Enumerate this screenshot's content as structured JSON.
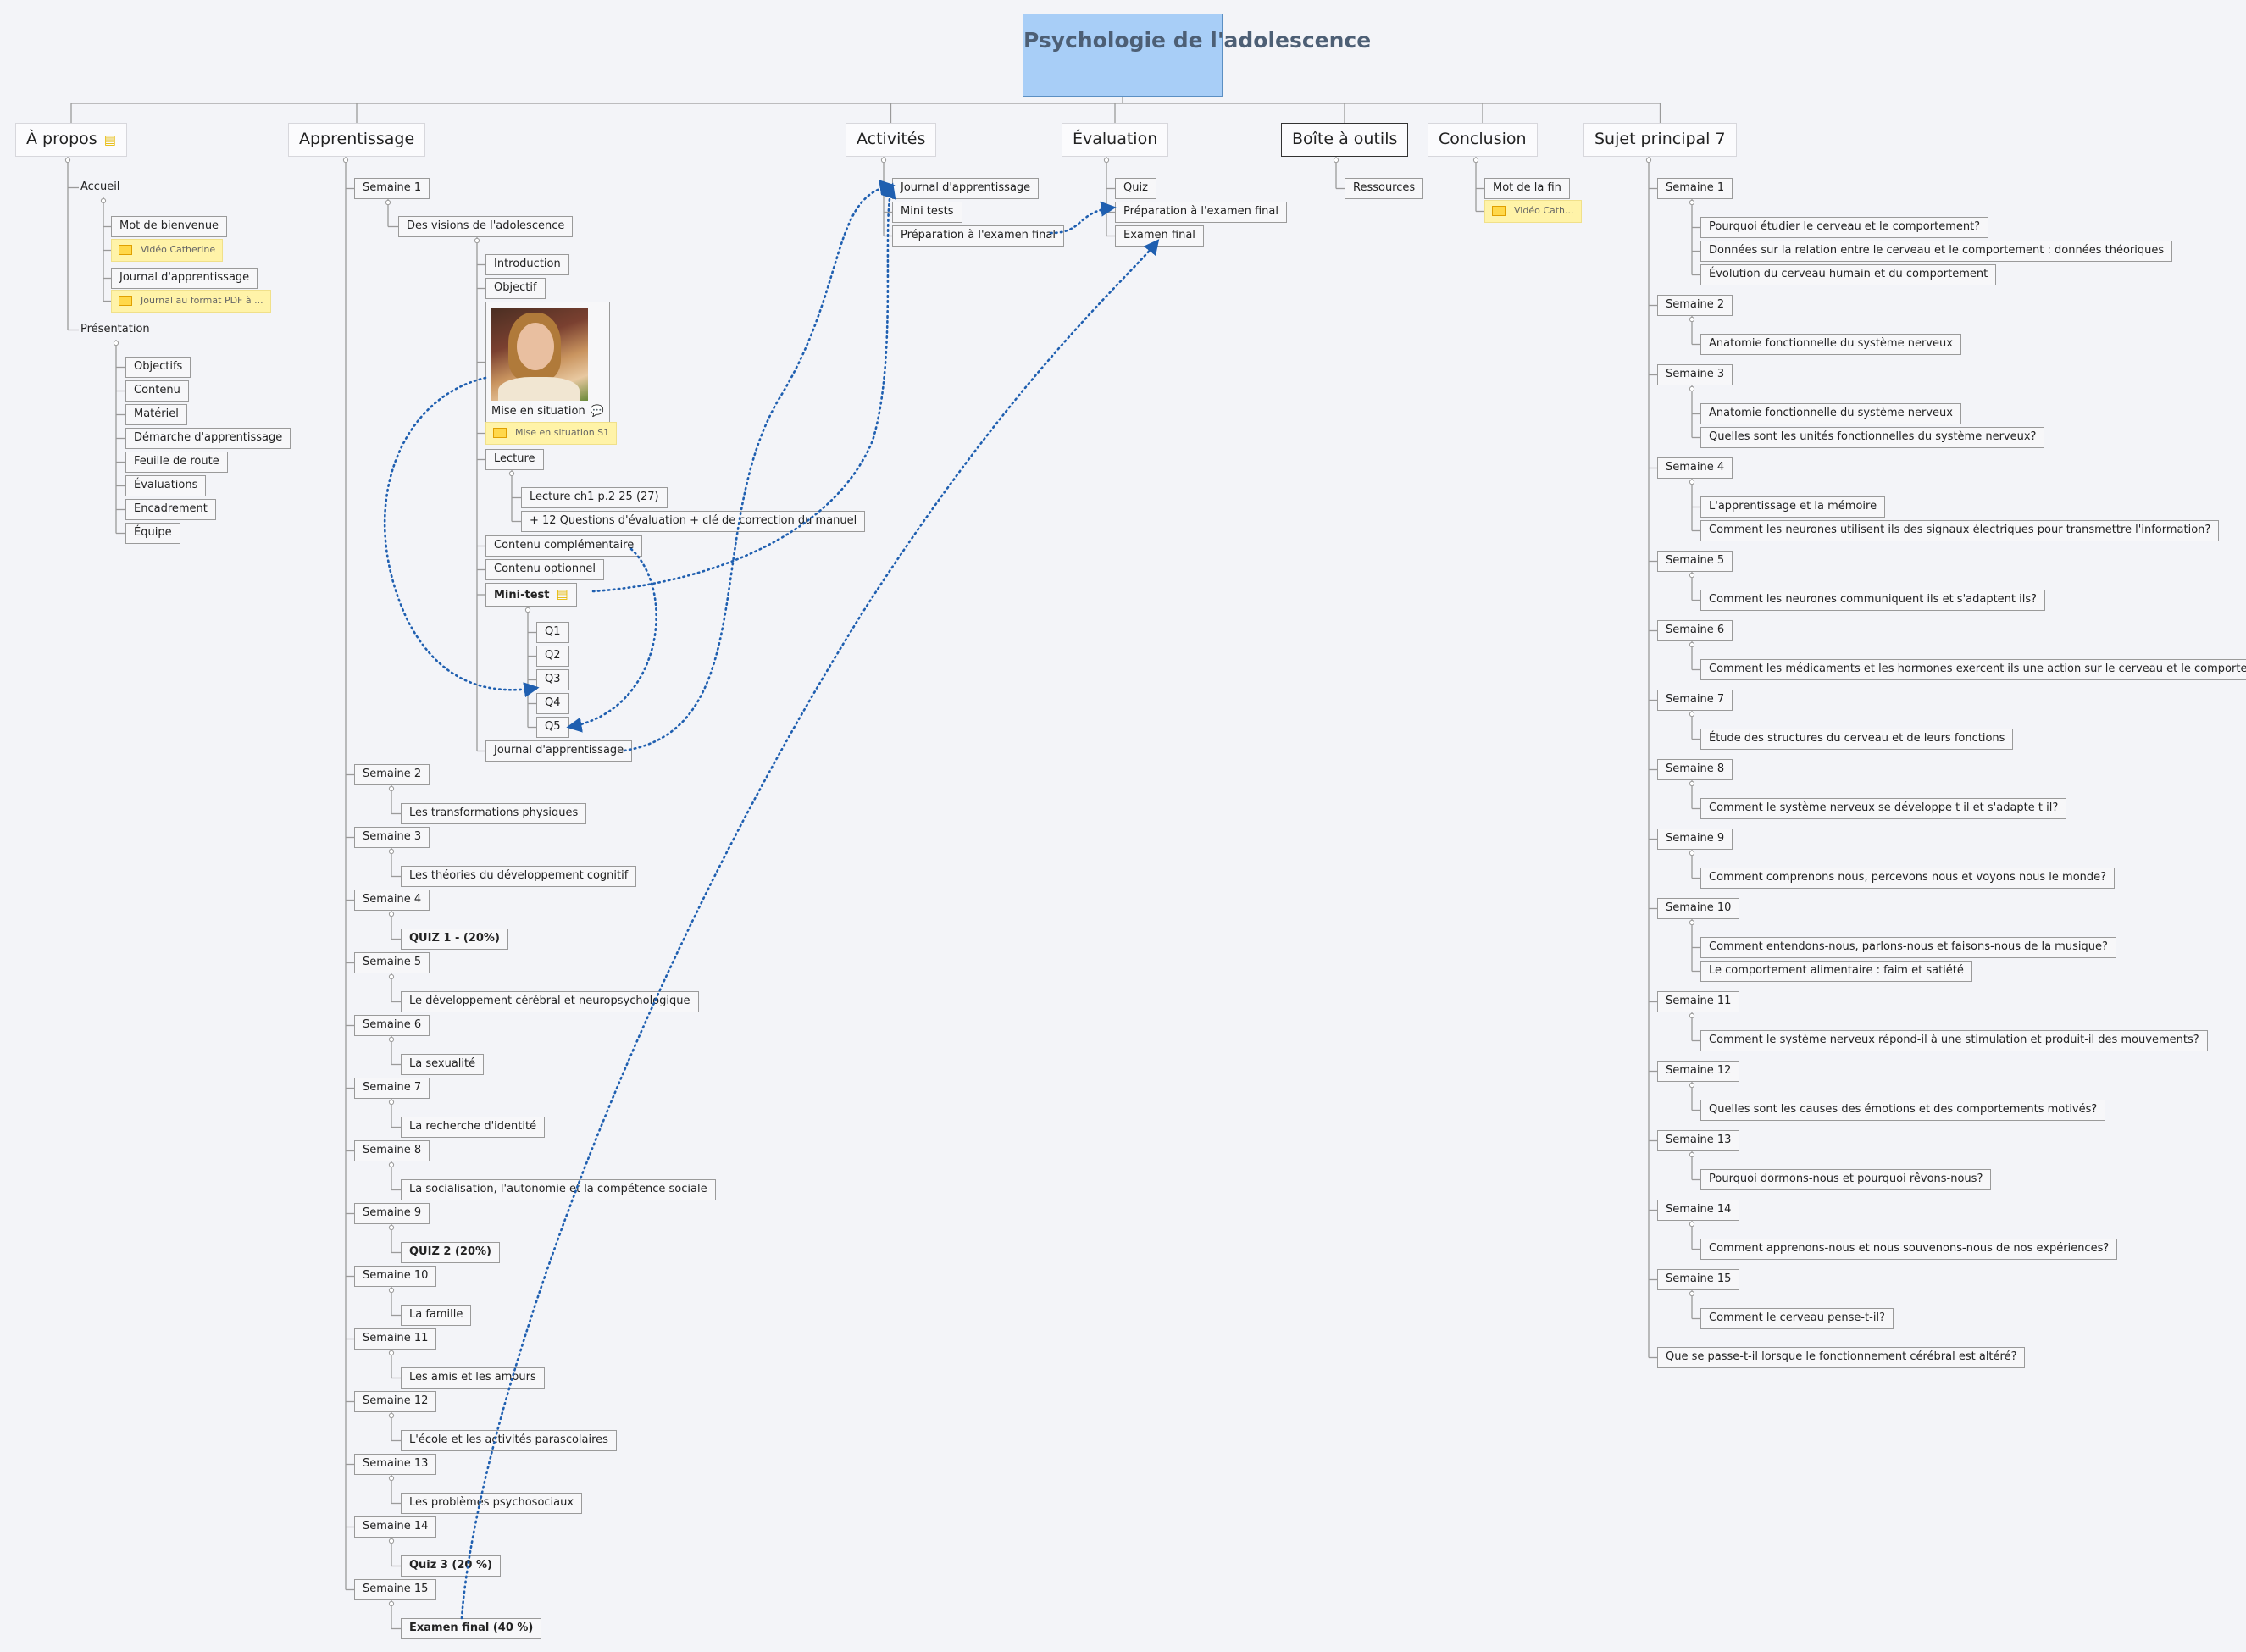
{
  "root": {
    "title": "Psychologie de l'adolescence"
  },
  "branches": {
    "apropos": {
      "label": "À propos",
      "accueil": "Accueil",
      "mot_bienvenue": "Mot de bienvenue",
      "video_catherine": "Vidéo Catherine",
      "journal": "Journal d'apprentissage",
      "journal_pdf": "Journal au format PDF à ...",
      "presentation": "Présentation",
      "pres_items": [
        "Objectifs",
        "Contenu",
        "Matériel",
        "Démarche d'apprentissage",
        "Feuille de route",
        "Évaluations",
        "Encadrement",
        "Équipe"
      ]
    },
    "apprentissage": {
      "label": "Apprentissage",
      "sem1": "Semaine 1",
      "visions": "Des visions de l'adolescence",
      "introduction": "Introduction",
      "objectif": "Objectif",
      "mise_en_situation": "Mise en situation",
      "mise_note": "Mise en situation S1",
      "lecture": "Lecture",
      "lecture_ch1": "Lecture ch1 p.2  25 (27)",
      "questions": "+ 12 Questions d'évaluation  + clé de correction du manuel",
      "contenu_comp": "Contenu complémentaire",
      "contenu_opt": "Contenu optionnel",
      "mini_test": "Mini-test",
      "q": [
        "Q1",
        "Q2",
        "Q3",
        "Q4",
        "Q5"
      ],
      "journal": "Journal d'apprentissage",
      "weeks": [
        {
          "week": "Semaine 2",
          "topic": "Les transformations physiques"
        },
        {
          "week": "Semaine 3",
          "topic": "Les théories du développement cognitif"
        },
        {
          "week": "Semaine 4",
          "topic": "QUIZ 1 - (20%)"
        },
        {
          "week": "Semaine 5",
          "topic": "Le développement cérébral et neuropsychologique"
        },
        {
          "week": "Semaine 6",
          "topic": "La sexualité"
        },
        {
          "week": "Semaine 7",
          "topic": "La recherche d'identité"
        },
        {
          "week": "Semaine 8",
          "topic": "La socialisation, l'autonomie et la compétence sociale"
        },
        {
          "week": "Semaine 9",
          "topic": "QUIZ 2 (20%)"
        },
        {
          "week": "Semaine 10",
          "topic": "La famille"
        },
        {
          "week": "Semaine 11",
          "topic": "Les amis et les amours"
        },
        {
          "week": "Semaine 12",
          "topic": "L'école et les activités parascolaires"
        },
        {
          "week": "Semaine 13",
          "topic": "Les problèmes psychosociaux"
        },
        {
          "week": "Semaine 14",
          "topic": "Quiz 3 (20 %)"
        },
        {
          "week": "Semaine 15",
          "topic": "Examen final (40 %)"
        }
      ]
    },
    "activites": {
      "label": "Activités",
      "journal": "Journal d'apprentissage",
      "mini_tests": "Mini  tests",
      "prep": "Préparation à l'examen final"
    },
    "evaluation": {
      "label": "Évaluation",
      "quiz": "Quiz",
      "prep": "Préparation à l'examen final",
      "examen": "Examen final"
    },
    "boite": {
      "label": "Boîte à outils",
      "ressources": "Ressources"
    },
    "conclusion": {
      "label": "Conclusion",
      "mot_fin": "Mot de la fin",
      "video": "Vidéo Cath..."
    },
    "sujet": {
      "label": "Sujet principal  7",
      "weeks": [
        {
          "week": "Semaine 1",
          "topics": [
            "Pourquoi étudier le cerveau et le comportement?",
            "Données sur la relation entre le cerveau et le comportement : données théoriques",
            "Évolution du cerveau humain et du comportement"
          ]
        },
        {
          "week": "Semaine 2",
          "topics": [
            "Anatomie fonctionnelle du système nerveux"
          ]
        },
        {
          "week": "Semaine 3",
          "topics": [
            "Anatomie fonctionnelle du système nerveux",
            "Quelles sont les unités fonctionnelles du système nerveux?"
          ]
        },
        {
          "week": "Semaine 4",
          "topics": [
            "L'apprentissage et la mémoire",
            "Comment les neurones utilisent  ils des signaux électriques pour transmettre l'information?"
          ]
        },
        {
          "week": "Semaine 5",
          "topics": [
            "Comment les neurones communiquent  ils et s'adaptent  ils?"
          ]
        },
        {
          "week": "Semaine 6",
          "topics": [
            "Comment les médicaments et les hormones exercent  ils une action sur le cerveau et le comportement?"
          ]
        },
        {
          "week": "Semaine 7",
          "topics": [
            "Étude des structures du cerveau et de leurs fonctions"
          ]
        },
        {
          "week": "Semaine 8",
          "topics": [
            "Comment le système nerveux se développe  t  il et s'adapte  t  il?"
          ]
        },
        {
          "week": "Semaine 9",
          "topics": [
            "Comment comprenons  nous, percevons  nous et voyons  nous le monde?"
          ]
        },
        {
          "week": "Semaine 10",
          "topics": [
            "Comment entendons-nous, parlons-nous et faisons-nous de la musique?",
            "Le comportement alimentaire : faim et satiété"
          ]
        },
        {
          "week": "Semaine 11",
          "topics": [
            "Comment le système nerveux répond-il à une stimulation et produit-il des mouvements?"
          ]
        },
        {
          "week": "Semaine 12",
          "topics": [
            "Quelles sont les causes des émotions et des comportements motivés?"
          ]
        },
        {
          "week": "Semaine 13",
          "topics": [
            "Pourquoi dormons-nous et pourquoi rêvons-nous?"
          ]
        },
        {
          "week": "Semaine 14",
          "topics": [
            "Comment apprenons-nous et nous souvenons-nous de nos expériences?"
          ]
        },
        {
          "week": "Semaine 15",
          "topics": [
            "Comment le cerveau pense-t-il?"
          ]
        }
      ],
      "final": "Que se passe-t-il lorsque le fonctionnement cérébral est altéré?"
    }
  },
  "colors": {
    "root_fill": "#a8cef7",
    "relationship": "#1f5fb0",
    "note_fill": "#fff3a8",
    "line": "#9a9a9a"
  }
}
